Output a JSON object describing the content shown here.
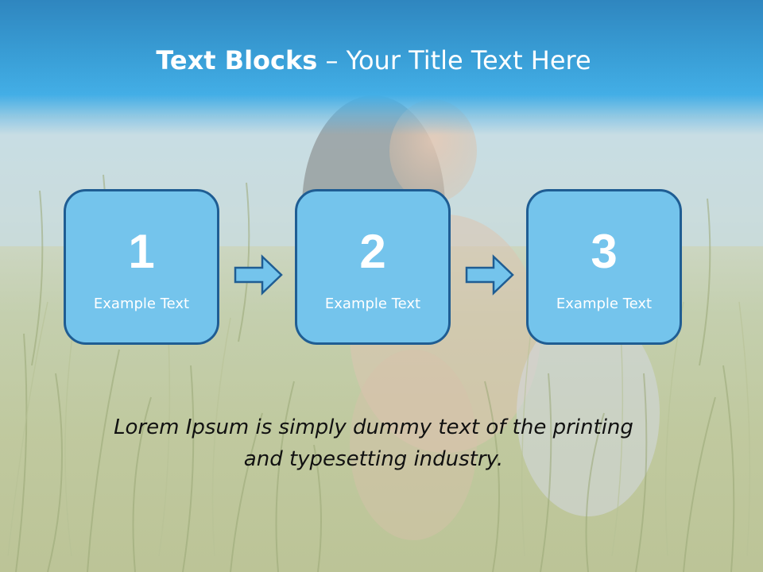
{
  "slide": {
    "title_bold": "Text Blocks",
    "title_rest": " – Your Title Text Here",
    "blocks": [
      {
        "number": "1",
        "label": "Example Text"
      },
      {
        "number": "2",
        "label": "Example Text"
      },
      {
        "number": "3",
        "label": "Example Text"
      }
    ],
    "caption_line1": "Lorem Ipsum is simply dummy text of the printing",
    "caption_line2": "and typesetting industry."
  },
  "colors": {
    "header": "#3aa0d8",
    "block_fill": "#74c4ec",
    "block_border": "#1f5d93",
    "arrow_fill": "#74c4ec"
  },
  "icons": [
    "arrow-right-icon"
  ]
}
